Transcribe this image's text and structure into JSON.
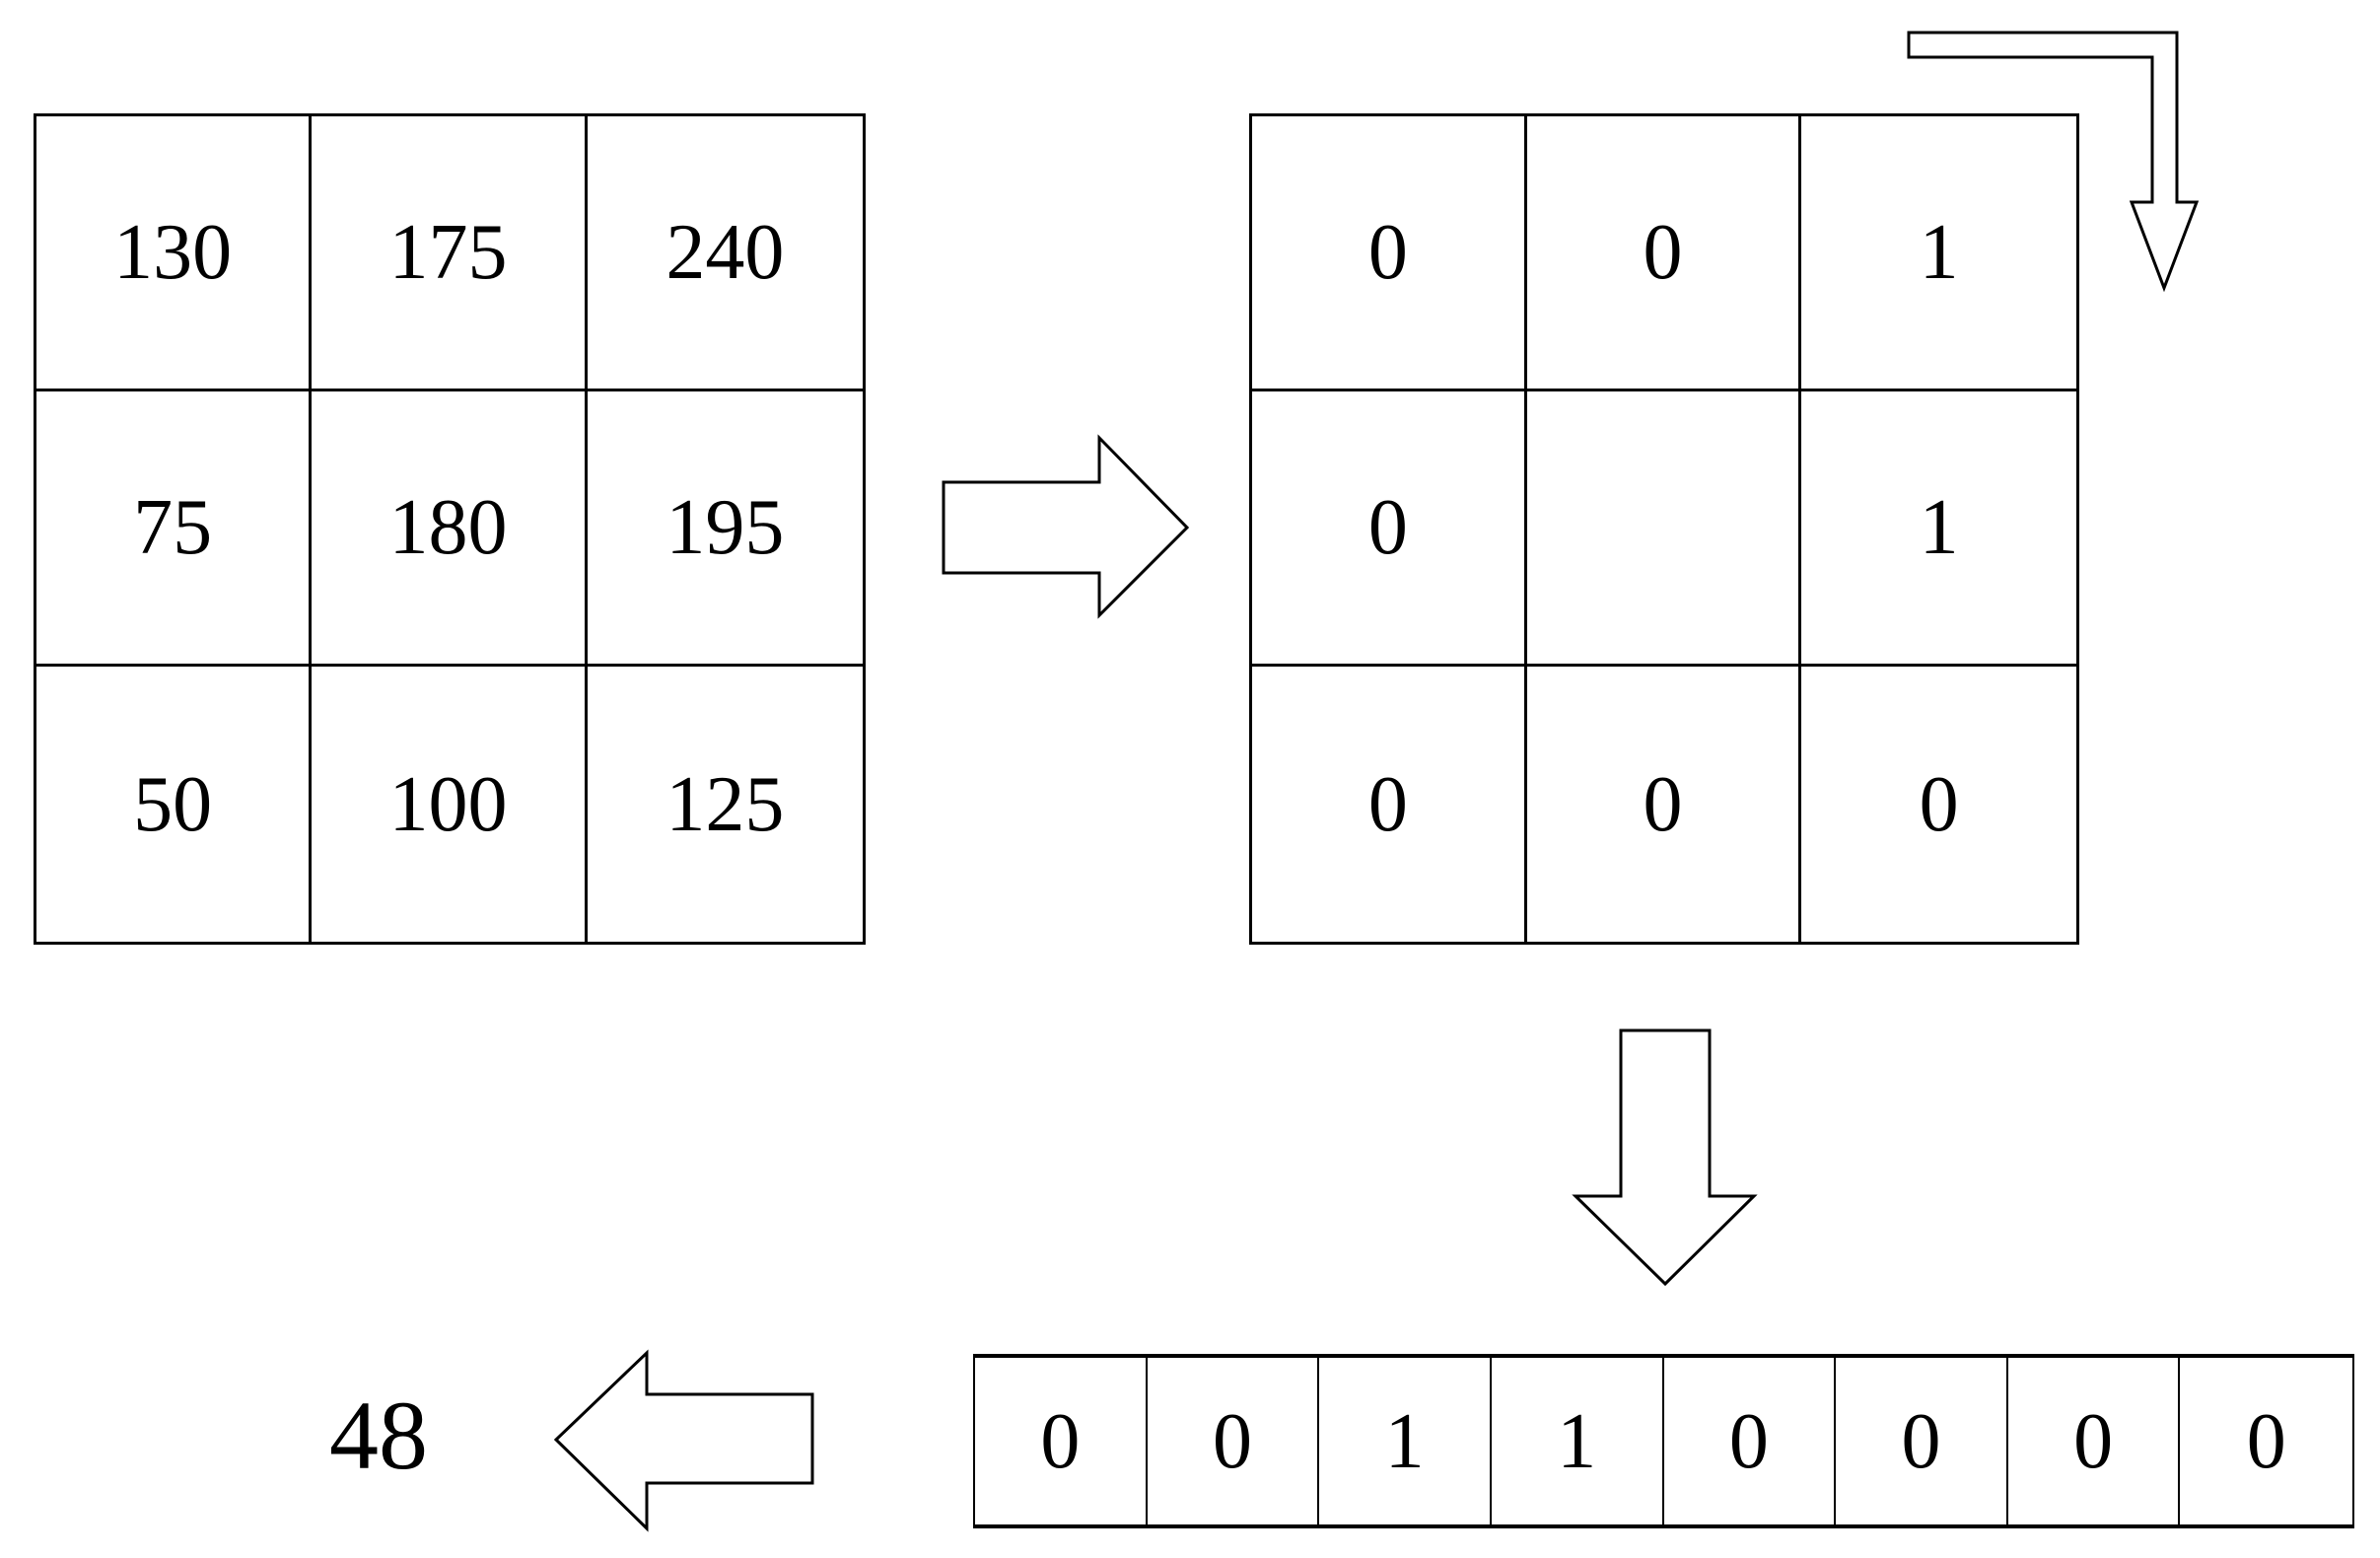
{
  "pixel_grid": {
    "rows": [
      [
        "130",
        "175",
        "240"
      ],
      [
        "75",
        "180",
        "195"
      ],
      [
        "50",
        "100",
        "125"
      ]
    ]
  },
  "threshold_grid": {
    "rows": [
      [
        "0",
        "0",
        "1"
      ],
      [
        "0",
        "",
        "1"
      ],
      [
        "0",
        "0",
        "0"
      ]
    ]
  },
  "binary_row": {
    "cells": [
      "0",
      "0",
      "1",
      "1",
      "0",
      "0",
      "0",
      "0"
    ]
  },
  "result": {
    "value": "48"
  },
  "icons": {
    "between_grids": "arrow-right-icon",
    "scan_direction": "arrow-elbow-down-icon",
    "grid_to_row": "arrow-down-icon",
    "row_to_result": "arrow-left-icon"
  },
  "colors": {
    "line": "#000000",
    "background": "#ffffff"
  }
}
